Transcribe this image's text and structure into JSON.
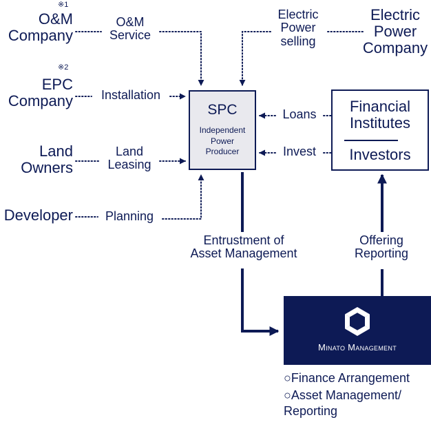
{
  "parties": {
    "om_company": "O&M\nCompany",
    "om_note": "※1",
    "epc_company": "EPC\nCompany",
    "epc_note": "※2",
    "land_owners": "Land\nOwners",
    "developer": "Developer",
    "electric_power_company": "Electric\nPower\nCompany"
  },
  "flows": {
    "om_service": "O&M\nService",
    "installation": "Installation",
    "land_leasing": "Land\nLeasing",
    "planning": "Planning",
    "power_selling": "Electric\nPower\nselling",
    "loans": "Loans",
    "invest": "Invest",
    "entrustment": "Entrustment of\nAsset Management",
    "offering": "Offering\nReporting"
  },
  "spc": {
    "title": "SPC",
    "subtitle": "Independent\nPower\nProducer"
  },
  "finance": {
    "institutes": "Financial\nInstitutes",
    "investors": "Investors"
  },
  "minato": {
    "name": "Minato Management",
    "services": [
      "○Finance Arrangement",
      "○Asset Management/\nReporting"
    ]
  },
  "colors": {
    "navy": "#0d1a55",
    "spc_fill": "#e9e9ee"
  }
}
